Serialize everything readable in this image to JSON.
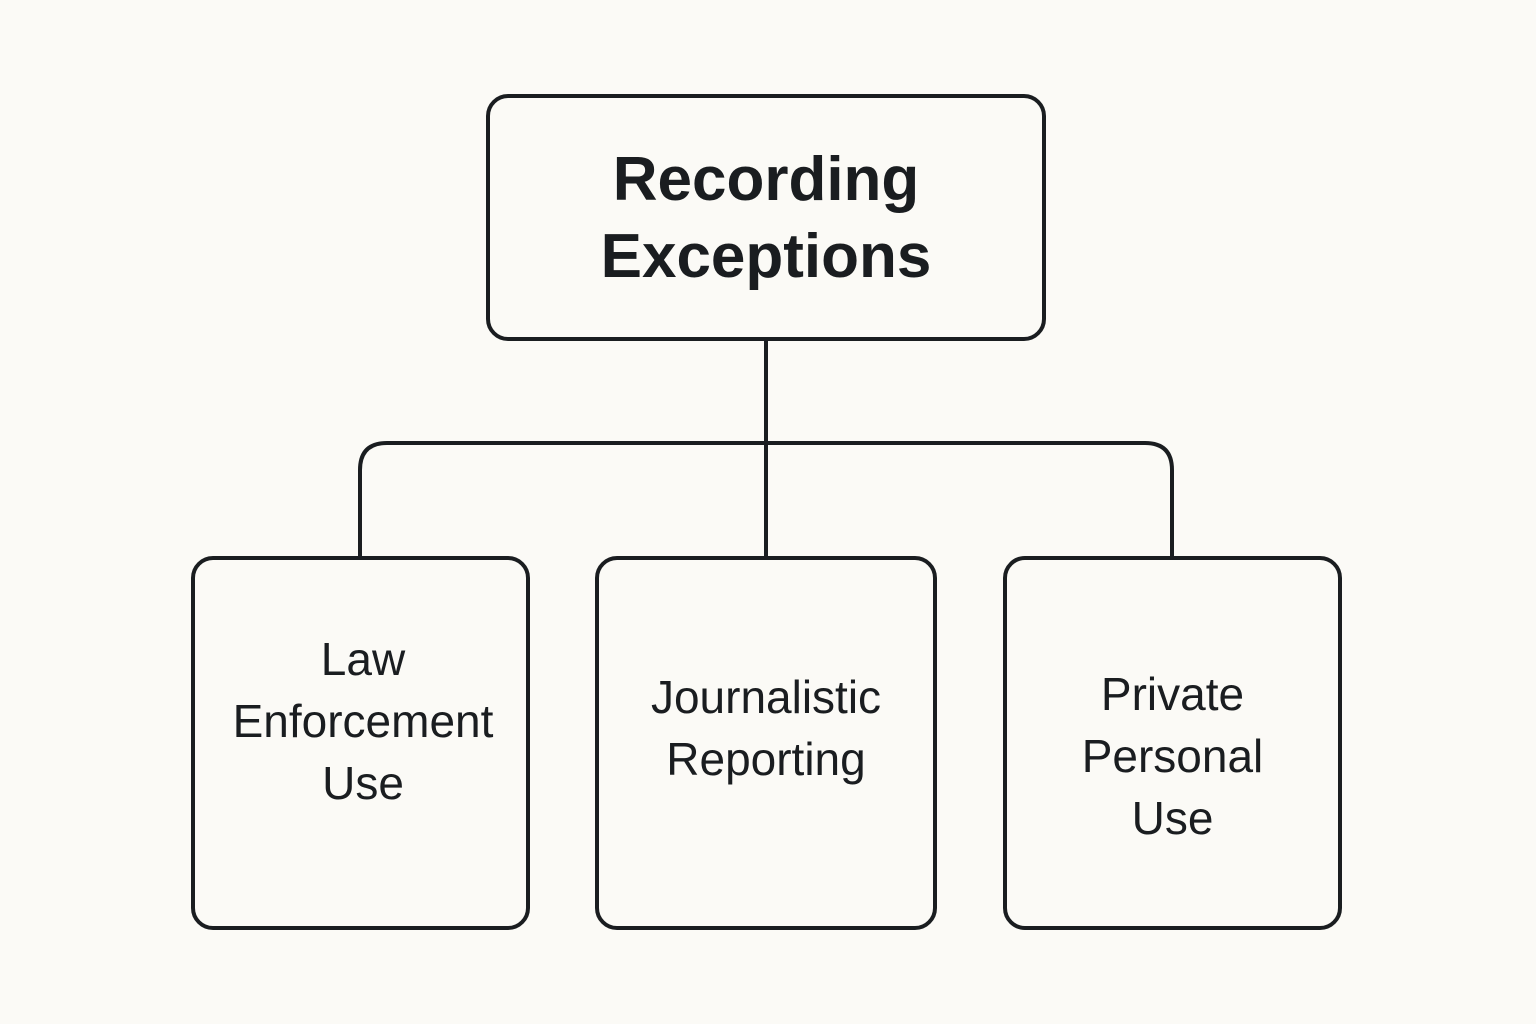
{
  "root": {
    "lines": [
      "Recording",
      "Exceptions"
    ]
  },
  "children": [
    {
      "lines": [
        "Law",
        "Enforcement",
        "Use"
      ]
    },
    {
      "lines": [
        "Journalistic",
        "Reporting"
      ]
    },
    {
      "lines": [
        "Private",
        "Personal",
        "Use"
      ]
    }
  ],
  "colors": {
    "background": "#fbfaf6",
    "stroke": "#1a1d20"
  }
}
